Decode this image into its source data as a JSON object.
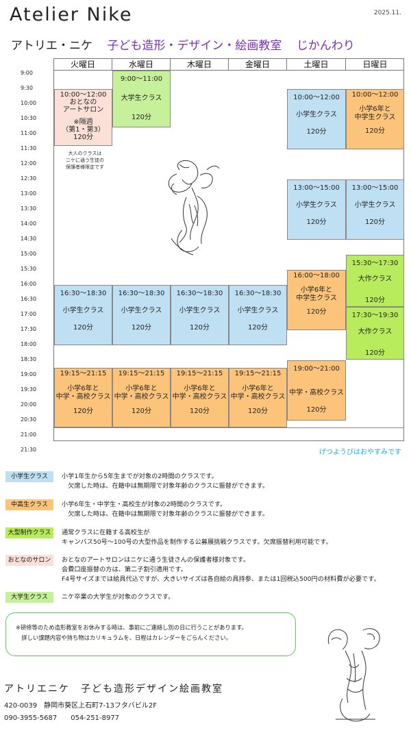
{
  "header": {
    "brand": "Atelier Nike",
    "date": "2025.11.",
    "subtitle_a": "アトリエ・ニケ",
    "subtitle_b": "子ども造形・デザイン・絵画教室",
    "subtitle_c": "じかんわり"
  },
  "days": [
    "火曜日",
    "水曜日",
    "木曜日",
    "金曜日",
    "土曜日",
    "日曜日"
  ],
  "times": [
    "9:00",
    "9:30",
    "10:00",
    "10:30",
    "11:00",
    "11:30",
    "12:00",
    "12:30",
    "13:00",
    "13:30",
    "14:00",
    "14:30",
    "15:00",
    "15:30",
    "16:00",
    "16:30",
    "17:00",
    "17:30",
    "18:00",
    "18:30",
    "19:00",
    "19:30",
    "20:00",
    "20:30",
    "21:00",
    "21:30"
  ],
  "blocks": {
    "wed_morning": {
      "time": "9:00〜11:00",
      "name": "大学生クラス",
      "dur": "120分"
    },
    "tue_salon": {
      "time": "10:00〜12:00",
      "name1": "おとなの",
      "name2": "アートサロン",
      "note1": "※隔週",
      "note2": "（第1・第3）",
      "dur": "120分"
    },
    "sat_morning": {
      "time": "10:00〜12:00",
      "name": "小学生クラス",
      "dur": "120分"
    },
    "sun_morning": {
      "time": "10:00〜12:00",
      "name1": "小学6年と",
      "name2": "中学生クラス",
      "dur": "120分"
    },
    "sat_afternoon": {
      "time": "13:00〜15:00",
      "name": "小学生クラス",
      "dur": "120分"
    },
    "sun_afternoon": {
      "time": "13:00〜15:00",
      "name": "小学生クラス",
      "dur": "120分"
    },
    "sun_big1": {
      "time": "15:30〜17:30",
      "name": "大作クラス",
      "dur": "120分"
    },
    "sat_evening": {
      "time": "16:00〜18:00",
      "name1": "小学6年と",
      "name2": "中学生クラス",
      "dur": "120分"
    },
    "sun_big2": {
      "time": "17:30〜19:30",
      "name": "大作クラス",
      "dur": "120分"
    },
    "weekday_evening": {
      "time": "16:30〜18:30",
      "name": "小学生クラス",
      "dur": "120分"
    },
    "sat_night": {
      "time": "19:00〜21:00",
      "name": "中学・高校クラス",
      "dur": "120分"
    },
    "weekday_night": {
      "time": "19:15〜21:15",
      "name1": "小学6年と",
      "name2": "中学・高校クラス",
      "dur": "120分"
    }
  },
  "adult_note": [
    "大人のクラスは",
    "ニケに通う生徒の",
    "保護者様限定です"
  ],
  "closed_note": "げつようびはおやすみです",
  "legend": [
    {
      "tag": "小学生クラス",
      "lines": [
        "小学1年生から5年生までが対象の2時間のクラスです。",
        "　欠席した時は、在籍中は無期限で対象年齢のクラスに振替ができます。"
      ]
    },
    {
      "tag": "中高生クラス",
      "lines": [
        "小学6年生・中学生・高校生が対象の2時間のクラスです。",
        "　欠席した時は、在籍中は無期限で対象年齢のクラスに振替ができます。"
      ]
    },
    {
      "tag": "大型制作クラス",
      "lines": [
        "通常クラスに在籍する高校生が",
        "キャンバス50号〜100号の大型作品を制作する公募展挑戦クラスです。欠席振替利用可能です。"
      ]
    },
    {
      "tag": "おとなのサロン",
      "lines": [
        "おとなのアートサロンはニケに通う生徒さんの保護者様対象です。",
        "会費口座振替の方は、第二子割引適用です。",
        "F4号サイズまでは絵具代込ですが、大きいサイズは各自絵の具持参、または1回税込500円の材料費が必要です。"
      ]
    },
    {
      "tag": "大学生クラス",
      "lines": [
        "ニケ卒業の大学生が対象のクラスです。"
      ]
    }
  ],
  "notice": [
    "※研修等のため造形教室をお休みする時は、事前にご連絡し別の日に行うことがあります。",
    "　詳しい課題内容や持ち物はカリキュラムを、日程はカレンダーをごらんください。"
  ],
  "footer": {
    "title": "アトリエニケ　子ども造形デザイン絵画教室",
    "address": "420-0039　静岡市葵区上石町7-13フタバビル2F",
    "phones": "090-3955-5687　　054-251-8977"
  },
  "colors": {
    "elementary": "#bfe0f2",
    "middle_high": "#fbc47a",
    "big_work": "#b9ec5c",
    "adult_salon": "#fbe0d7",
    "university": "#c7f09a",
    "title_accent": "#7b2fb5",
    "closed_note": "#1ab0e0"
  },
  "icons": [
    "winged-victory-statue-icon"
  ]
}
